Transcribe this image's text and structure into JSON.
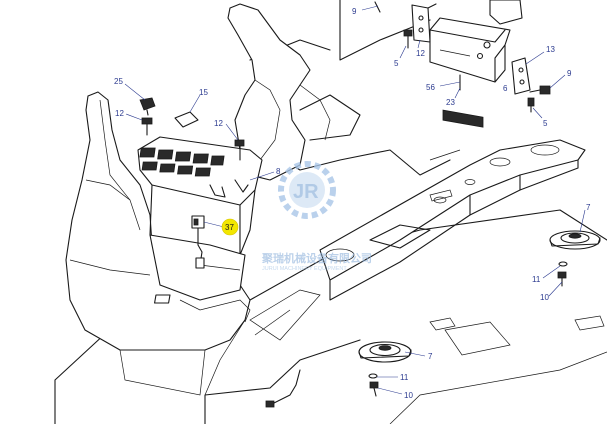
{
  "diagram": {
    "part_numbers": {
      "p9_top": "9",
      "p12_top": "12",
      "p5_top": "5",
      "p56": "56",
      "p23": "23",
      "p13": "13",
      "p9_right": "9",
      "p6": "6",
      "p5_right": "5",
      "p25": "25",
      "p12_left": "12",
      "p15": "15",
      "p12_mid": "12",
      "p8": "8",
      "p37": "37",
      "p7_right": "7",
      "p11_right": "11",
      "p10_right": "10",
      "p7_bottom": "7",
      "p11_bottom": "11",
      "p10_bottom": "10"
    },
    "highlighted_part": "37",
    "highlight_color": "#f2e600",
    "label_color": "#2b3a8f",
    "watermark": {
      "name_text": "聚瑞机械设备有限公司",
      "sub_text": "JURUI MACHINERY EQUIPMENT",
      "color": "#8fb3dc"
    }
  }
}
